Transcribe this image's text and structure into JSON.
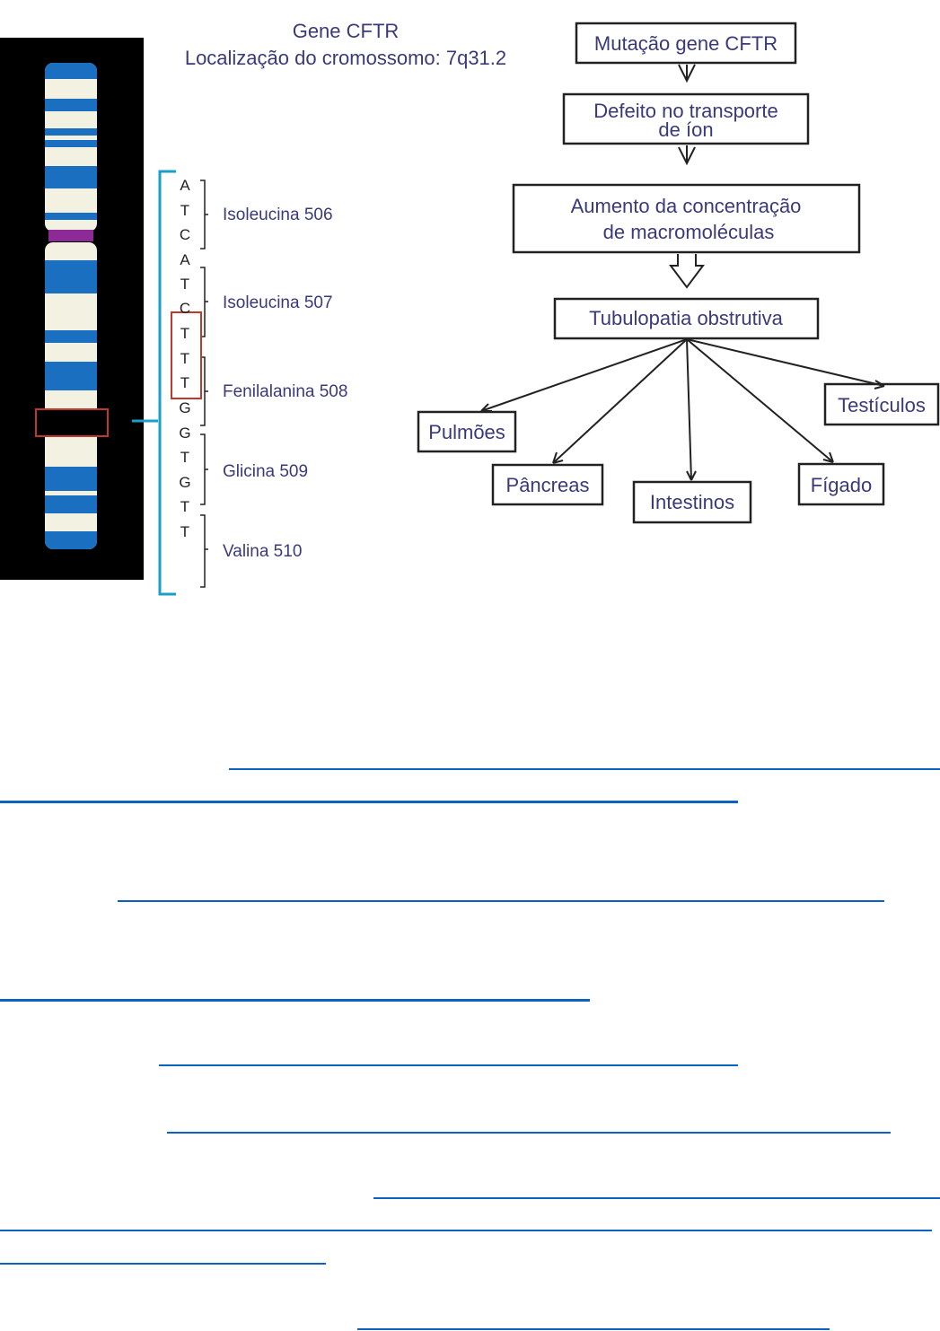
{
  "header": {
    "title": "Gene CFTR",
    "location": "Localização do cromossomo: 7q31.2"
  },
  "sequence": {
    "bases": [
      "A",
      "T",
      "C",
      "A",
      "T",
      "C",
      "T",
      "T",
      "T",
      "G",
      "G",
      "T",
      "G",
      "T",
      "T"
    ],
    "codons": [
      "Isoleucina 506",
      "Isoleucina 507",
      "Fenilalanina 508",
      "Glicina 509",
      "Valina 510"
    ]
  },
  "flow": {
    "step1": "Mutação gene CFTR",
    "step2a": "Defeito no transporte",
    "step2b": "de íon",
    "step3a": "Aumento da concentração",
    "step3b": "de macromoléculas",
    "step4": "Tubulopatia obstrutiva",
    "organs": [
      "Pulmões",
      "Pâncreas",
      "Intestinos",
      "Fígado",
      "Testículos"
    ]
  },
  "colors": {
    "text": "#3a3a7a",
    "band": "#1b6fc0",
    "cream": "#f3f1e2",
    "highlight": "#c0392b",
    "bracket": "#1aa0c8",
    "underline": "#0b62c0"
  }
}
